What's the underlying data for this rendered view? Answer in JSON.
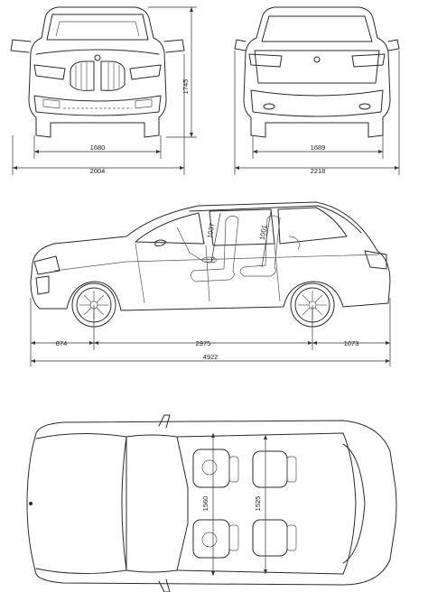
{
  "dimensions": {
    "front_track": "1680",
    "front_width": "2004",
    "height": "1745",
    "rear_track": "1689",
    "rear_width": "2218",
    "front_overhang": "874",
    "wheelbase": "2975",
    "rear_overhang": "1073",
    "length": "4922",
    "front_headroom": "1037",
    "rear_headroom": "1001",
    "front_shoulder_width": "1560",
    "rear_shoulder_width": "1525"
  },
  "colors": {
    "line": "#2b2b2b",
    "background": "#ffffff"
  }
}
